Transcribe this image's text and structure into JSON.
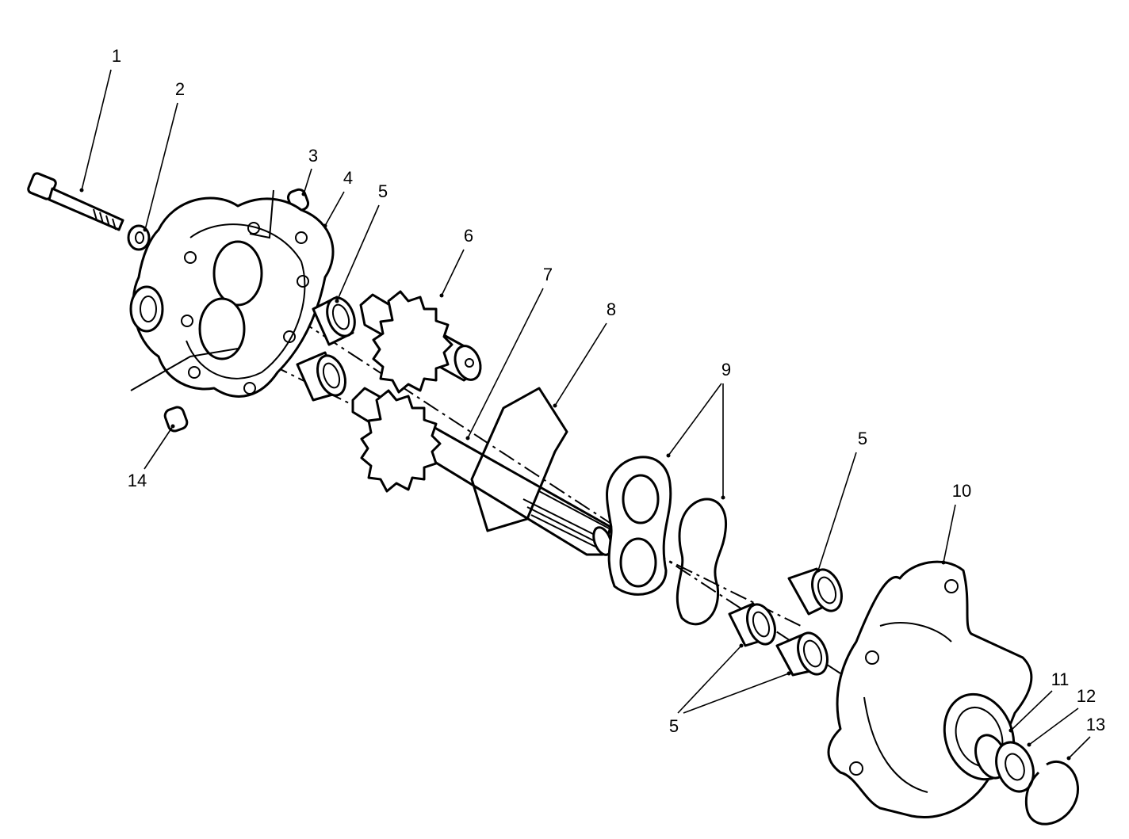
{
  "diagram": {
    "type": "exploded parts diagram",
    "line_color": "#000000",
    "background": "#ffffff",
    "callouts": [
      {
        "id": "c1",
        "label": "1"
      },
      {
        "id": "c2",
        "label": "2"
      },
      {
        "id": "c3",
        "label": "3"
      },
      {
        "id": "c4",
        "label": "4"
      },
      {
        "id": "c5a",
        "label": "5"
      },
      {
        "id": "c6",
        "label": "6"
      },
      {
        "id": "c7",
        "label": "7"
      },
      {
        "id": "c8",
        "label": "8"
      },
      {
        "id": "c9",
        "label": "9"
      },
      {
        "id": "c5b",
        "label": "5"
      },
      {
        "id": "c10",
        "label": "10"
      },
      {
        "id": "c11",
        "label": "11"
      },
      {
        "id": "c12",
        "label": "12"
      },
      {
        "id": "c13",
        "label": "13"
      },
      {
        "id": "c5c",
        "label": "5"
      },
      {
        "id": "c14",
        "label": "14"
      }
    ]
  }
}
